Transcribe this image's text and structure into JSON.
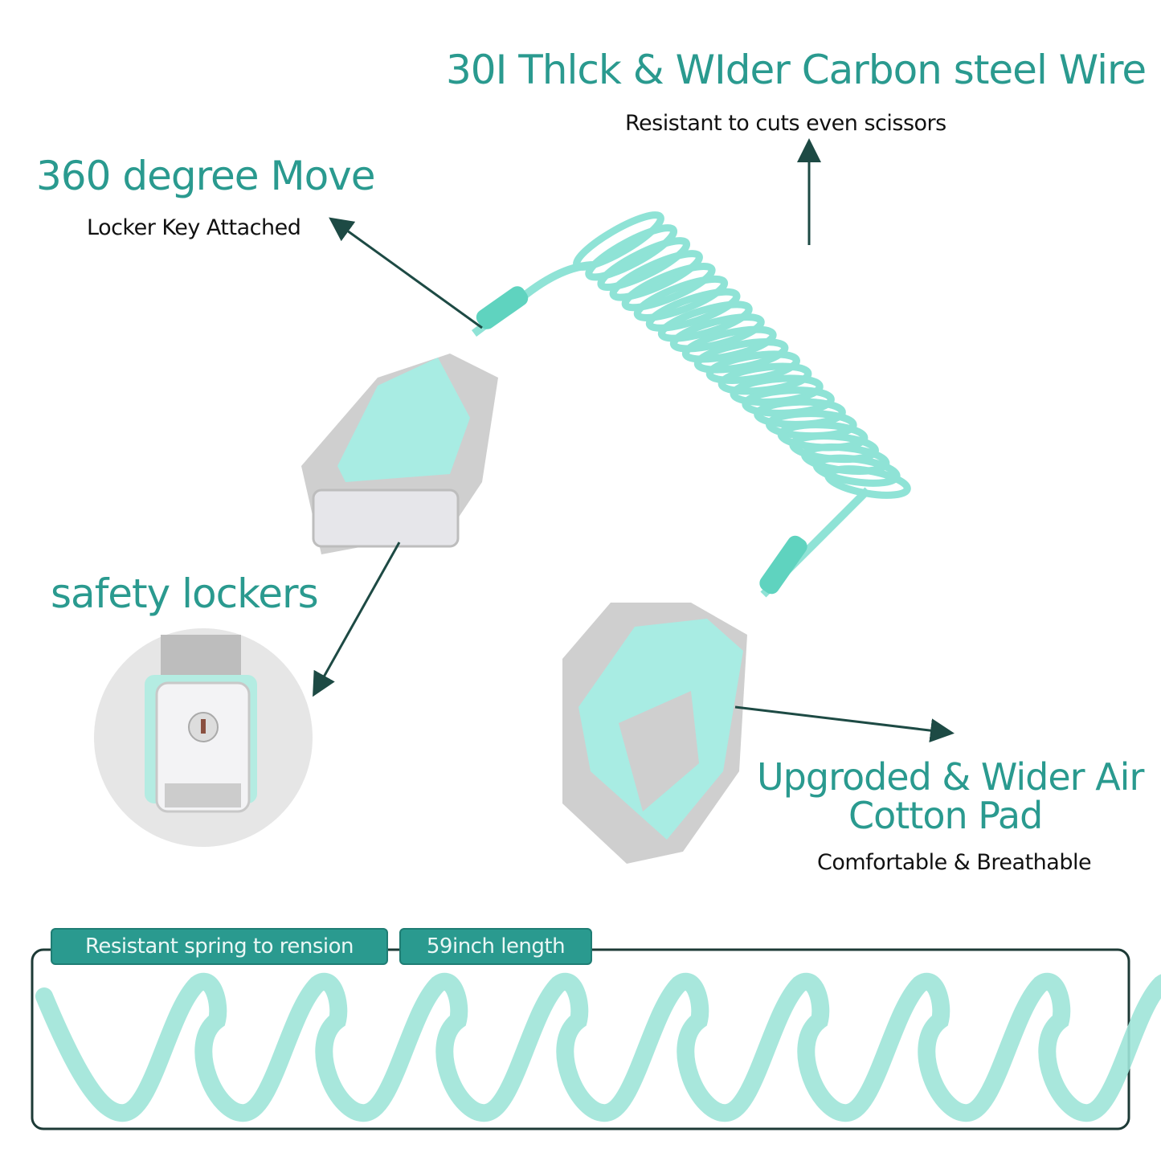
{
  "colors": {
    "accent": "#2a9a8f",
    "coil": "#8fe3d6",
    "strap": "#c9c9c9",
    "text": "#111111"
  },
  "features": {
    "wire": {
      "title": "30I Thlck & WIder Carbon steel Wire",
      "subtitle": "Resistant to cuts even scissors"
    },
    "move": {
      "title": "360 degree Move",
      "subtitle": "Locker Key Attached"
    },
    "locker": {
      "title": "safety lockers"
    },
    "pad": {
      "title_line1": "Upgroded & Wider Air",
      "title_line2": "Cotton Pad",
      "subtitle": "Comfortable & Breathable"
    }
  },
  "spring_panel": {
    "tags": [
      "Resistant spring to rension",
      "59inch length"
    ]
  }
}
